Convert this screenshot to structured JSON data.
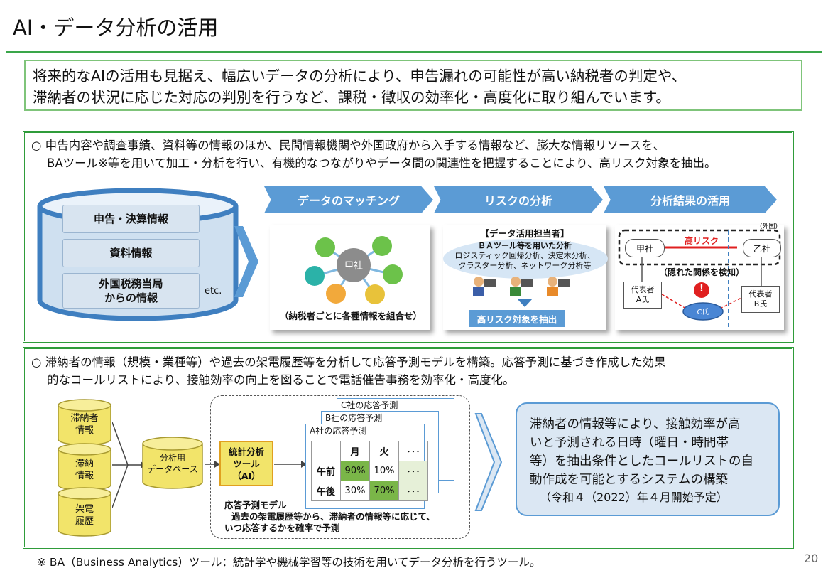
{
  "title": "AI・データ分析の活用",
  "summary": {
    "line1": "将来的なAIの活用も見据え、幅広いデータの分析により、申告漏れの可能性が高い納税者の判定や、",
    "line2": "滞納者の状況に応じた対応の判別を行うなど、課税・徴収の効率化・高度化に取り組んでいます。"
  },
  "panel1": {
    "line1": "○ 申告内容や調査事績、資料等の情報のほか、民間情報機関や外国政府から入手する情報など、膨大な情報リソースを、",
    "line2": "BAツール※等を用いて加工・分析を行い、有機的なつながりやデータ間の関連性を把握することにより、高リスク対象を抽出。",
    "db_items": [
      "申告・決算情報",
      "資料情報",
      "外国税務当局\nからの情報"
    ],
    "db_etc": "etc.",
    "headers": [
      "データのマッチング",
      "リスクの分析",
      "分析結果の活用"
    ],
    "matching": {
      "center": "甲社",
      "caption": "（納税者ごとに各種情報を組合せ）"
    },
    "risk": {
      "title": "【データ活用担当者】",
      "line1": "ＢＡツール等を用いた分析",
      "line2": "ロジスティック回帰分析、決定木分析、",
      "line3": "クラスター分析、ネットワーク分析等",
      "extract": "高リスク対象を抽出"
    },
    "result": {
      "foreign": "(外国)",
      "company_a": "甲社",
      "company_b": "乙社",
      "high_risk": "高リスク",
      "hidden": "（隠れた関係を検知）",
      "rep_a": "代表者\nA氏",
      "rep_b": "代表者\nB氏",
      "person_c": "C氏",
      "alert": "!"
    }
  },
  "panel2": {
    "line1": "○ 滞納者の情報（規模・業種等）や過去の架電履歴等を分析して応答予測モデルを構築。応答予測に基づき作成した効果",
    "line2": "的なコールリストにより、接触効率の向上を図ることで電話催告事務を効率化・高度化。",
    "sources": [
      "滞納者\n情報",
      "滞納\n情報",
      "架電\n履歴"
    ],
    "database": "分析用\nデータベース",
    "tool": "統計分析\nツール\n（AI）",
    "sheets": [
      "C社の応答予測",
      "B社の応答予測",
      "A社の応答予測"
    ],
    "table": {
      "columns": [
        "",
        "月",
        "火",
        "･･･"
      ],
      "rows": [
        {
          "label": "午前",
          "cells": [
            "90%",
            "10%",
            "･･･"
          ]
        },
        {
          "label": "午後",
          "cells": [
            "30%",
            "70%",
            "･･･"
          ]
        }
      ]
    },
    "model_title": "応答予測モデル",
    "model_desc1": "過去の架電履歴等から、滞納者の情報等に応じて、",
    "model_desc2": "いつ応答するかを確率で予測",
    "result_lines": [
      "滞納者の情報等により、接触効率が高",
      "いと予測される日時（曜日・時間帯",
      "等）を抽出条件としたコールリストの自",
      "動作成を可能とするシステムの構築"
    ],
    "result_note": "（令和４（2022）年４月開始予定）"
  },
  "footnote": "※ BA（Business Analytics）ツール：統計学や機械学習等の技術を用いてデータ分析を行うツール。",
  "page_number": "20",
  "colors": {
    "green_border": "#2f9c3a",
    "header_blue": "#5b9bd5",
    "yellow": "#f2e46a",
    "highlight_green": "#7ab648",
    "risk_red": "#e02020"
  }
}
